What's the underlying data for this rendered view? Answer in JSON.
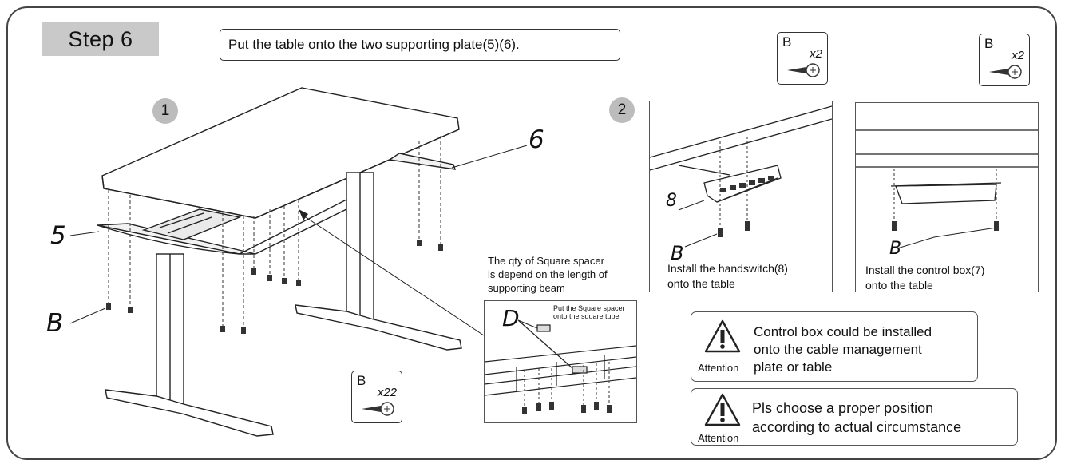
{
  "step": {
    "label": "Step 6"
  },
  "instruction": "Put the table onto the two supporting plate(5)(6).",
  "sub_steps": [
    "1",
    "2"
  ],
  "parts": {
    "part5": "5",
    "part6": "6",
    "part8": "8",
    "screwB": "B",
    "spacerD": "D"
  },
  "screw_packs": [
    {
      "letter": "B",
      "qty": "x22"
    },
    {
      "letter": "B",
      "qty": "x2"
    },
    {
      "letter": "B",
      "qty": "x2"
    }
  ],
  "spacer_note": {
    "line1": "The qty of Square spacer",
    "line2": "is depend on the length of",
    "line3": "supporting beam"
  },
  "detail_note": {
    "line1": "Put the Square spacer",
    "line2": "onto the square tube"
  },
  "panels": {
    "handswitch": {
      "line1": "Install the handswitch(8)",
      "line2": "onto the table"
    },
    "control_box": {
      "line1": "Install the control box(7)",
      "line2": "onto the table"
    }
  },
  "attention": [
    {
      "label": "Attention",
      "lines": [
        "Control box could be installed",
        "onto the cable management",
        "plate or table"
      ]
    },
    {
      "label": "Attention",
      "lines": [
        "Pls choose a proper position",
        "according to actual circumstance"
      ]
    }
  ]
}
